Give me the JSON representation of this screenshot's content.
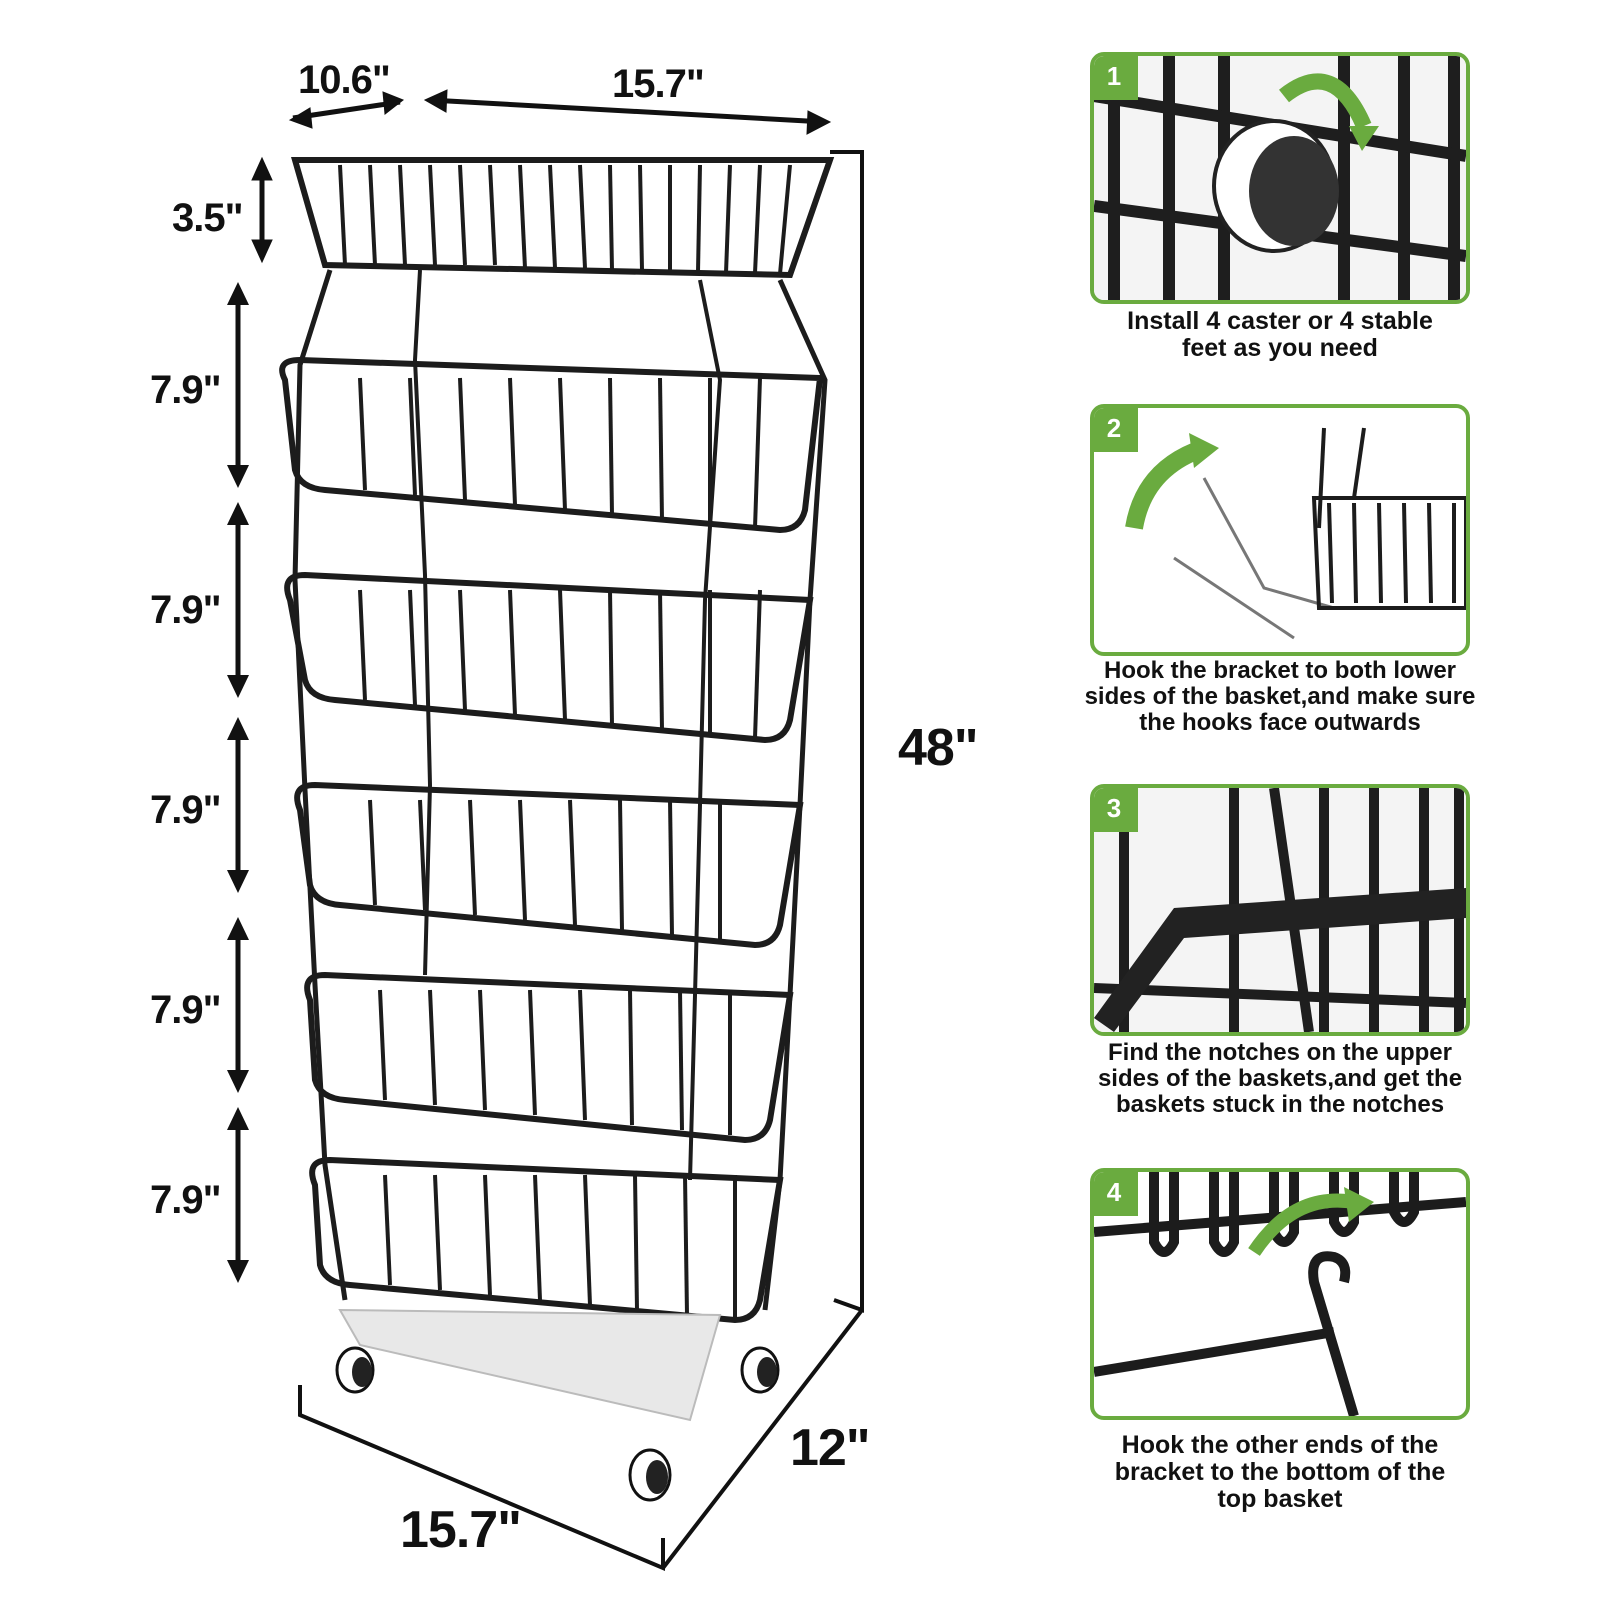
{
  "dimensions": {
    "top_depth": "10.6\"",
    "top_width": "15.7\"",
    "top_basket_height": "3.5\"",
    "tier_spacing": [
      "7.9\"",
      "7.9\"",
      "7.9\"",
      "7.9\"",
      "7.9\""
    ],
    "total_height": "48\"",
    "base_width": "15.7\"",
    "base_depth": "12\""
  },
  "steps": [
    {
      "number": "1",
      "caption_lines": [
        "Install 4 caster or 4 stable",
        "feet as you need"
      ]
    },
    {
      "number": "2",
      "caption_lines": [
        "Hook the bracket to both lower",
        "sides of the basket,and make sure",
        "the hooks face outwards"
      ]
    },
    {
      "number": "3",
      "caption_lines": [
        "Find the notches on the upper",
        "sides of the baskets,and get the",
        "baskets stuck in the notches"
      ]
    },
    {
      "number": "4",
      "caption_lines": [
        "Hook the other ends of the",
        "bracket to the bottom of the",
        "top basket"
      ]
    }
  ],
  "colors": {
    "accent_green": "#6aab3f",
    "basket": "#1c1c1c"
  }
}
